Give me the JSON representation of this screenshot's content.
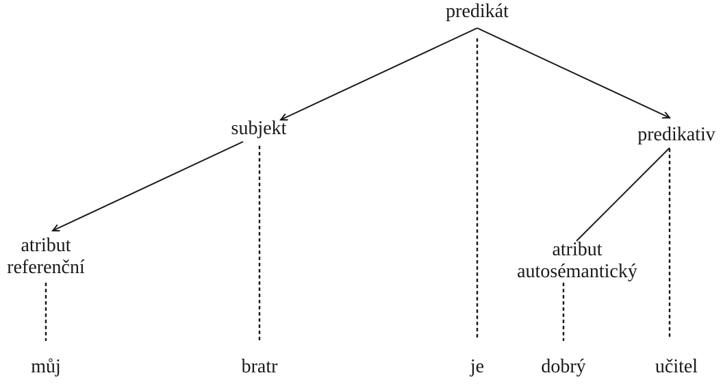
{
  "nodes": {
    "predikat": "predikát",
    "subjekt": "subjekt",
    "predikativ": "predikativ",
    "atribut_ref": {
      "line1": "atribut",
      "line2": "referenční"
    },
    "atribut_auto": {
      "line1": "atribut",
      "line2": "autosémantický"
    }
  },
  "words": {
    "muj": "můj",
    "bratr": "bratr",
    "je": "je",
    "dobry": "dobrý",
    "ucitel": "učitel"
  }
}
